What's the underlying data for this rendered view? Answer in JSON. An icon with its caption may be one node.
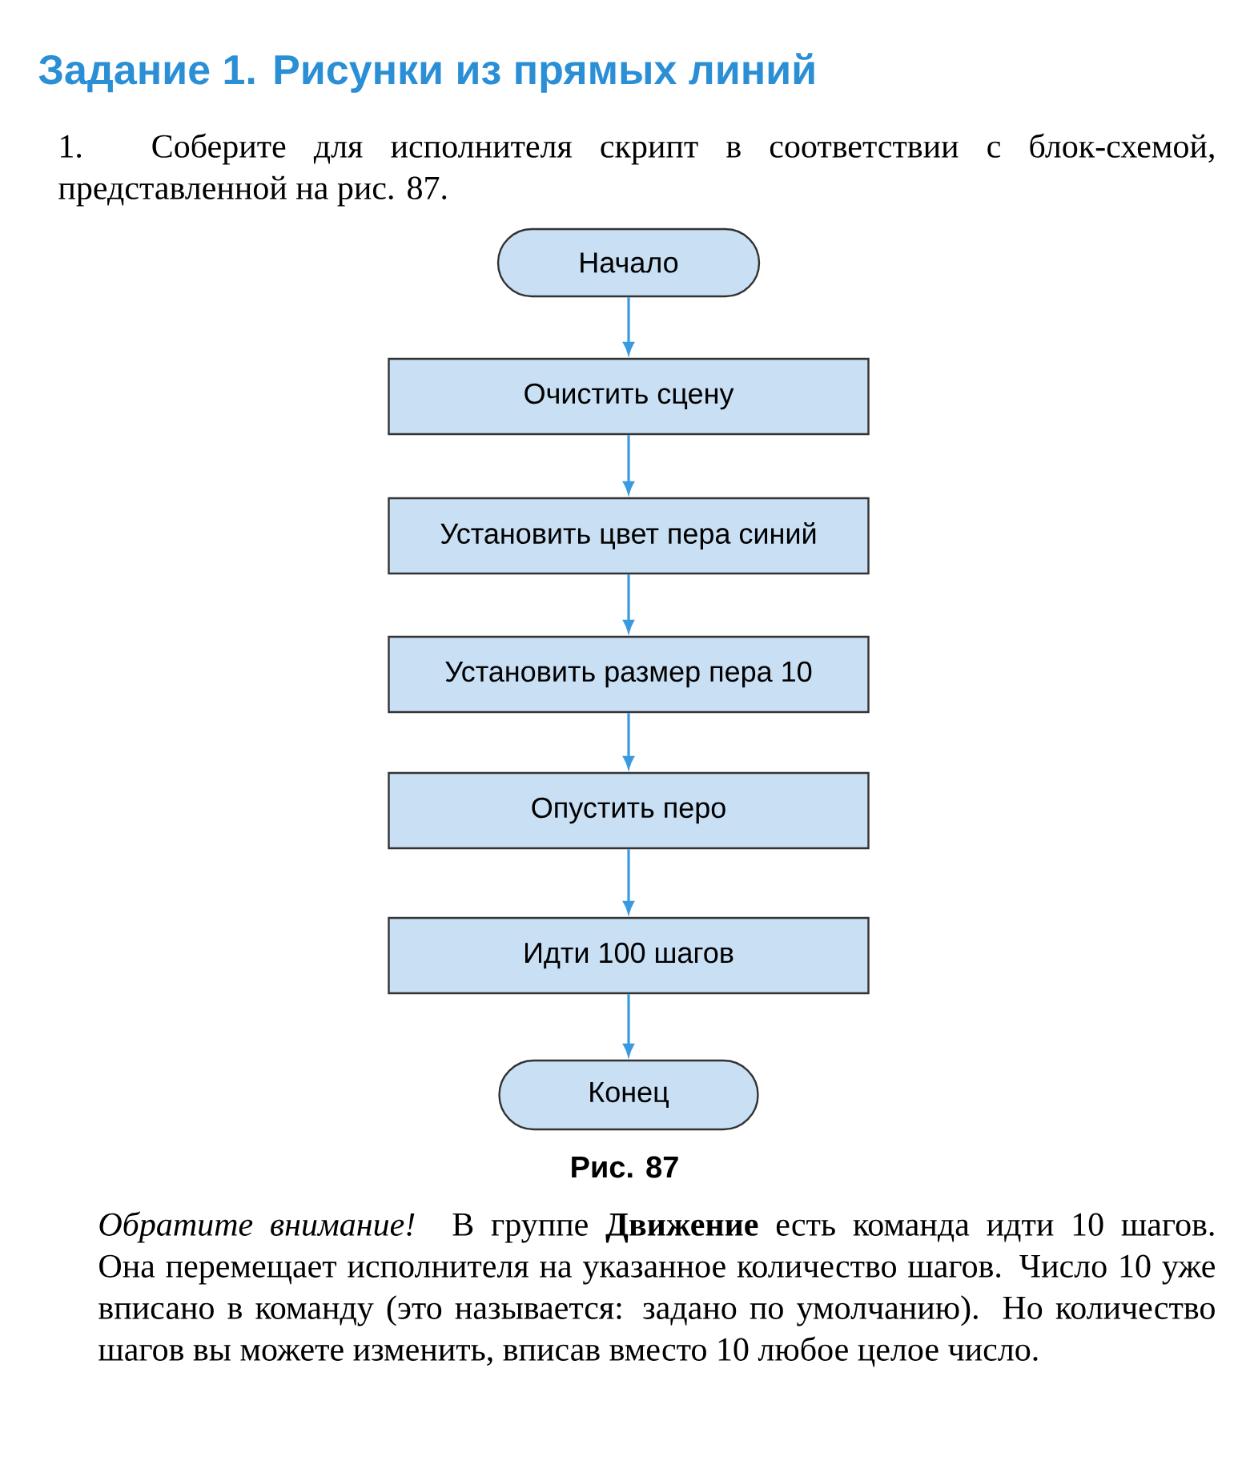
{
  "diagram": {
    "title": "Задание 1. Рисунки из прямых линий",
    "caption": "Рис. 87",
    "nodes": [
      {
        "text": [
          "Начало"
        ]
      },
      {
        "text": [
          "Очистить сцену"
        ]
      },
      {
        "text": [
          "Установить цвет пера синий"
        ]
      },
      {
        "text": [
          "Установить размер пера 10"
        ]
      },
      {
        "text": [
          "Опустить перо"
        ]
      },
      {
        "text": [
          "Идти 100 шагов"
        ]
      },
      {
        "text": [
          "Конец"
        ]
      }
    ],
    "edges": [
      {
        "from": 0,
        "to": 1,
        "arrow": "to"
      },
      {
        "from": 1,
        "to": 2,
        "arrow": "to"
      },
      {
        "from": 2,
        "to": 3,
        "arrow": "to"
      },
      {
        "from": 3,
        "to": 4,
        "arrow": "to"
      },
      {
        "from": 4,
        "to": 5,
        "arrow": "to"
      },
      {
        "from": 5,
        "to": 6,
        "arrow": "to"
      }
    ],
    "labels": [
      "1. Соберите для исполнителя скрипт в соответствии с блок-схемой, представленной на рис. 87.",
      "*Обратите внимание!* В группе **Движение** есть команда идти 10 шагов. Она перемещает исполнителя на указанное количество шагов. Число 10 уже вписано в команду (это называется: задано по умолчанию). Но количество шагов вы можете изменить, вписав вместо 10 любое целое число."
    ]
  }
}
